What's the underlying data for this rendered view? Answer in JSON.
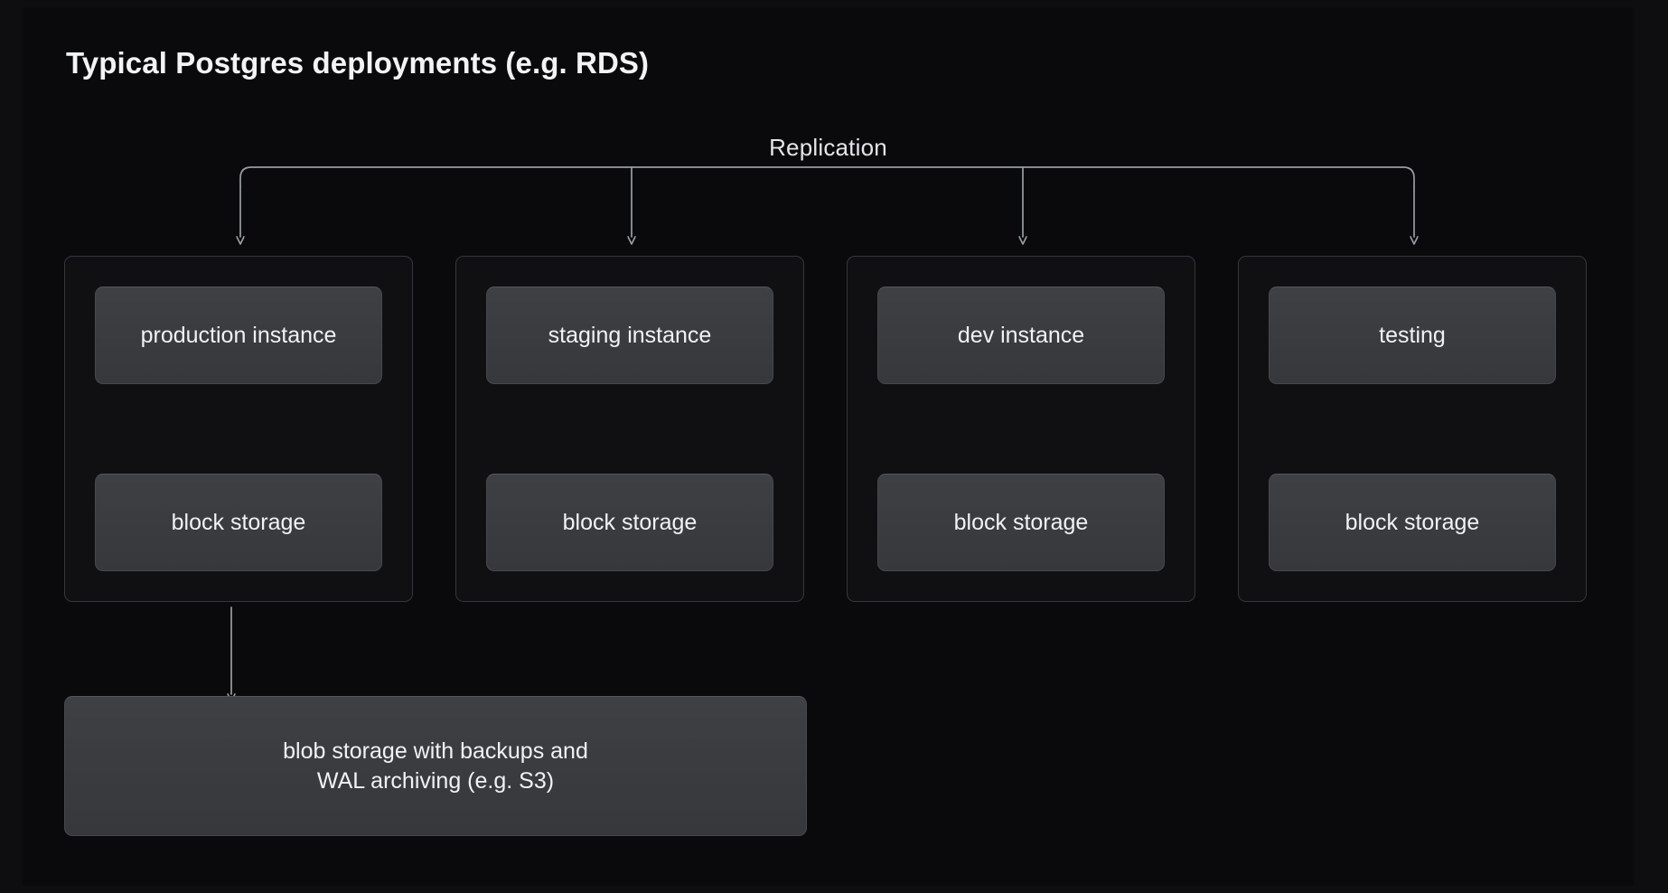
{
  "diagram": {
    "title": "Typical Postgres deployments (e.g. RDS)",
    "replication_label": "Replication",
    "groups": [
      {
        "name": "production",
        "instance_label": "production instance",
        "storage_label": "block storage"
      },
      {
        "name": "staging",
        "instance_label": "staging instance",
        "storage_label": "block storage"
      },
      {
        "name": "dev",
        "instance_label": "dev instance",
        "storage_label": "block storage"
      },
      {
        "name": "testing",
        "instance_label": "testing",
        "storage_label": "block storage"
      }
    ],
    "blob_storage": {
      "line1": "blob storage with backups and",
      "line2": "WAL archiving (e.g. S3)"
    },
    "colors": {
      "page_background": "#0e0e10",
      "canvas_background": "#0a0a0c",
      "panel_background": "#101013",
      "panel_border": "#35373c",
      "node_fill_top": "#3e4044",
      "node_fill_bottom": "#36383c",
      "node_border": "#46484d",
      "text_primary": "#f1f2f4",
      "arrow_stroke": "#9a9da3"
    }
  }
}
